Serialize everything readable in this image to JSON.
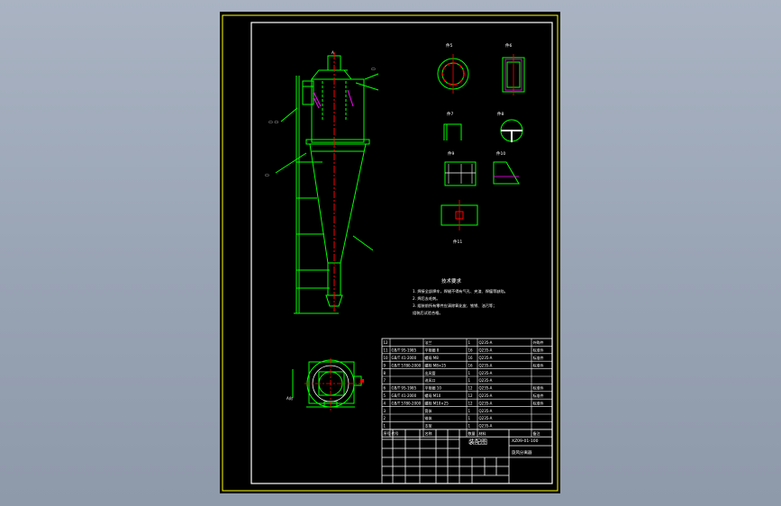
{
  "colors": {
    "background_top": "#a9b3c2",
    "paper": "#000000",
    "outer_frame": "#ffff00",
    "inner_frame": "#ffffff",
    "part_outline": "#00ff00",
    "centerline": "#ff0000",
    "leader_lines": "#00ff00",
    "hatching_accent": "#ff00ff",
    "text_main": "#ffffff",
    "text_notes": "#ffff00"
  },
  "drawing": {
    "title_block": {
      "drawing_title": "装配图",
      "drawing_no": "XZ09-01-100",
      "product_name": "旋风分离器"
    },
    "notes": {
      "heading": "技术要求",
      "lines": [
        "1. 焊接全部焊牢，焊缝不得有气孔、夹渣、焊瘤等缺陷。",
        "2. 焊后去毛刺。",
        "3. 组装前所有零件应清除氧化皮、铁锈、油污等；",
        "   组装后试验合格。"
      ]
    },
    "detail_labels": [
      "件5",
      "件6",
      "件7",
      "件8",
      "件9",
      "件10",
      "件11"
    ],
    "view_label_bottom": "A向"
  },
  "parts_list": {
    "rows": [
      {
        "no": "12",
        "code": "",
        "name": "法兰",
        "qty": "1",
        "material": "Q235-A",
        "remark": "外购件"
      },
      {
        "no": "11",
        "code": "GB/T 95-1985",
        "name": "平垫圈 8",
        "qty": "16",
        "material": "Q235-A",
        "remark": "标准件"
      },
      {
        "no": "10",
        "code": "GB/T 41-2000",
        "name": "螺母 M8",
        "qty": "16",
        "material": "Q235-A",
        "remark": "标准件"
      },
      {
        "no": "9",
        "code": "GB/T 5780-2000",
        "name": "螺栓 M8×25",
        "qty": "16",
        "material": "Q235-A",
        "remark": "标准件"
      },
      {
        "no": "8",
        "code": "",
        "name": "出风管",
        "qty": "1",
        "material": "Q235-A",
        "remark": ""
      },
      {
        "no": "7",
        "code": "",
        "name": "进风口",
        "qty": "1",
        "material": "Q235-A",
        "remark": ""
      },
      {
        "no": "6",
        "code": "GB/T 95-1985",
        "name": "平垫圈 10",
        "qty": "12",
        "material": "Q235-A",
        "remark": "标准件"
      },
      {
        "no": "5",
        "code": "GB/T 41-2000",
        "name": "螺母 M10",
        "qty": "12",
        "material": "Q235-A",
        "remark": "标准件"
      },
      {
        "no": "4",
        "code": "GB/T 5780-2000",
        "name": "螺栓 M10×25",
        "qty": "12",
        "material": "Q235-A",
        "remark": "标准件"
      },
      {
        "no": "3",
        "code": "",
        "name": "筒体",
        "qty": "1",
        "material": "Q235-A",
        "remark": ""
      },
      {
        "no": "2",
        "code": "",
        "name": "锥体",
        "qty": "1",
        "material": "Q235-A",
        "remark": ""
      },
      {
        "no": "1",
        "code": "",
        "name": "支架",
        "qty": "1",
        "material": "Q235-A",
        "remark": ""
      }
    ],
    "header": {
      "no": "序号",
      "code": "代号",
      "name": "名称",
      "qty": "数量",
      "material": "材料",
      "remark": "备注"
    }
  }
}
